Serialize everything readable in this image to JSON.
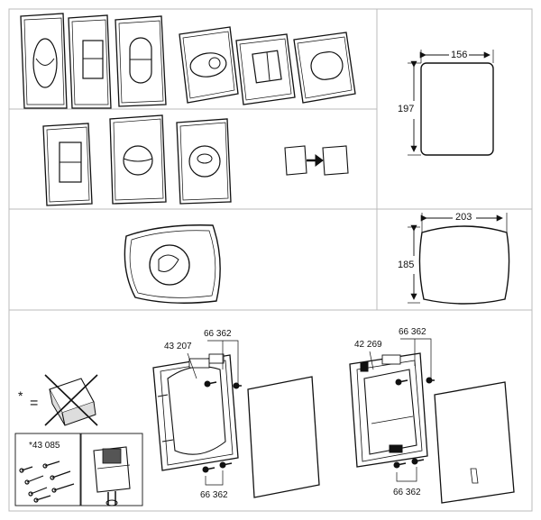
{
  "dimensions": {
    "rect_plate_width": "156",
    "rect_plate_height": "197",
    "curved_plate_width": "203",
    "curved_plate_height": "185"
  },
  "footnote": {
    "marker": "*",
    "equals": "=",
    "kit_code": "*43 085"
  },
  "assembly_left": {
    "frame_code": "43 207",
    "screw_code_top": "66 362",
    "screw_code_bottom": "66 362"
  },
  "assembly_right": {
    "frame_code": "42 269",
    "screw_code_top": "66 362",
    "screw_code_bottom": "66 362"
  }
}
